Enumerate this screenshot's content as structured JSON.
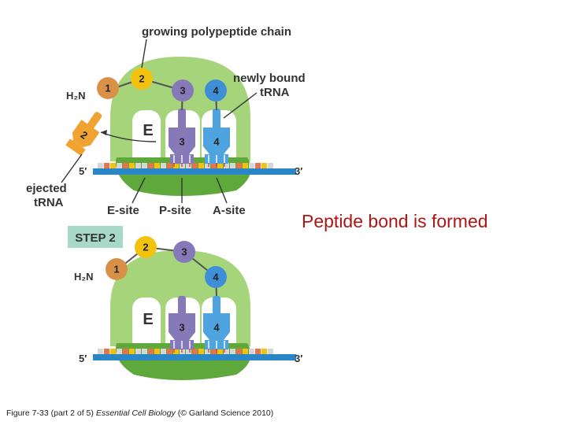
{
  "labels": {
    "growing_chain": "growing polypeptide chain",
    "newly_bound_1": "newly bound",
    "newly_bound_2": "tRNA",
    "ejected_1": "ejected",
    "ejected_2": "tRNA",
    "e_site": "E-site",
    "p_site": "P-site",
    "a_site": "A-site",
    "e_marker": "E",
    "five_prime": "5′",
    "three_prime": "3′",
    "h2n": "H₂N",
    "step": "STEP 2"
  },
  "beads": {
    "top": [
      "1",
      "2",
      "3",
      "4"
    ],
    "bottom": [
      "1",
      "2",
      "3",
      "4"
    ]
  },
  "trna_numbers": {
    "ejected": "2",
    "p": "3",
    "a": "4"
  },
  "headline": "Peptide bond is formed",
  "caption": {
    "prefix": "Figure 7-33 (part 2 of 5)",
    "title": "Essential Cell Biology",
    "suffix": "(© Garland Science 2010)"
  },
  "colors": {
    "ribosome_large": "#a5d47a",
    "ribosome_small": "#5fa83c",
    "mrna": "#2b86c8",
    "bead_1": "#d9914a",
    "bead_2": "#f2c20f",
    "bead_3": "#8679b8",
    "bead_4": "#3f8fd8",
    "trna_p": "#8679b8",
    "trna_a": "#4fa4e0",
    "trna_ejected": "#f0a330",
    "step_box": "#a8d8c8",
    "headline": "#b01515"
  }
}
